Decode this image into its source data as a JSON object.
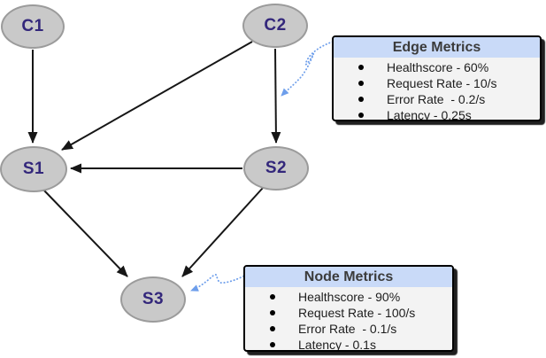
{
  "diagram": {
    "nodes": [
      {
        "id": "C1",
        "label": "C1"
      },
      {
        "id": "C2",
        "label": "C2"
      },
      {
        "id": "S1",
        "label": "S1"
      },
      {
        "id": "S2",
        "label": "S2"
      },
      {
        "id": "S3",
        "label": "S3"
      }
    ],
    "edges": [
      {
        "from": "C1",
        "to": "S1"
      },
      {
        "from": "C2",
        "to": "S1"
      },
      {
        "from": "C2",
        "to": "S2"
      },
      {
        "from": "S2",
        "to": "S1"
      },
      {
        "from": "S1",
        "to": "S3"
      },
      {
        "from": "S2",
        "to": "S3"
      }
    ],
    "callouts": [
      {
        "box": "Edge Metrics",
        "points_to": "edge C2-S2"
      },
      {
        "box": "Node Metrics",
        "points_to": "node S3"
      }
    ]
  },
  "edge_metrics": {
    "title": "Edge Metrics",
    "items": [
      "Healthscore - 60%",
      "Request Rate - 10/s",
      "Error Rate  - 0.2/s",
      "Latency - 0.25s"
    ]
  },
  "node_metrics": {
    "title": "Node Metrics",
    "items": [
      "Healthscore - 90%",
      "Request Rate - 100/s",
      "Error Rate  - 0.1/s",
      "Latency - 0.1s"
    ]
  },
  "colors": {
    "node_fill": "#c9c9c9",
    "node_border": "#9b9b9b",
    "node_text": "#33277b",
    "metric_header_bg": "#c9daf8",
    "metric_body_bg": "#f3f3f3",
    "edge_stroke": "#161616",
    "connector_blue": "#6d9eeb",
    "background": "#ffffff"
  }
}
